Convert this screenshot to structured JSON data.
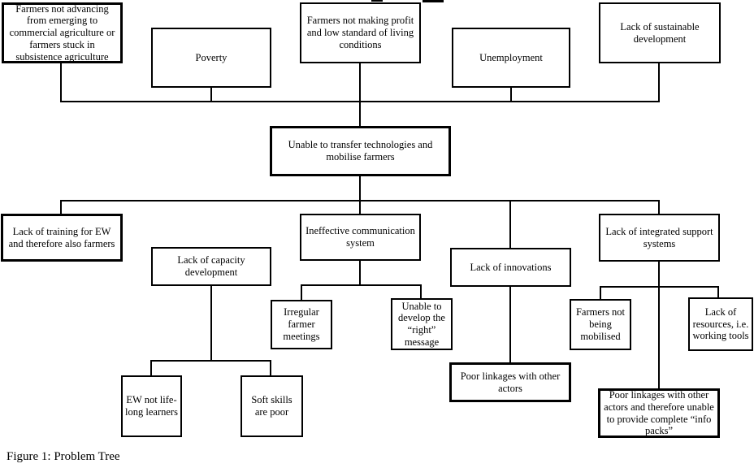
{
  "caption": "Figure 1: Problem Tree",
  "nodes": {
    "farmers_not_advancing": {
      "label": "Farmers not advancing from emerging to commercial agriculture or farmers stuck in subsistence agriculture"
    },
    "poverty": {
      "label": "Poverty"
    },
    "farmers_no_profit": {
      "label": "Farmers not making profit and low standard of living conditions"
    },
    "unemployment": {
      "label": "Unemployment"
    },
    "lack_sustainable_development": {
      "label": "Lack of sustainable development"
    },
    "core_problem": {
      "label": "Unable to transfer technologies and mobilise farmers"
    },
    "lack_training_ew": {
      "label": "Lack of training for EW and therefore also farmers"
    },
    "lack_capacity_development": {
      "label": "Lack of capacity development"
    },
    "ineffective_communication": {
      "label": "Ineffective communication system"
    },
    "lack_innovations": {
      "label": "Lack of innovations"
    },
    "lack_integrated_support": {
      "label": "Lack of integrated support systems"
    },
    "irregular_farmer_meetings": {
      "label": "Irregular farmer meetings"
    },
    "unable_right_message": {
      "label": "Unable to develop the “right” message"
    },
    "farmers_not_mobilised": {
      "label": "Farmers not being mobilised"
    },
    "lack_resources": {
      "label": "Lack of resources, i.e. working tools"
    },
    "ew_not_lifelong_learners": {
      "label": "EW not life-long learners"
    },
    "soft_skills_poor": {
      "label": "Soft skills are poor"
    },
    "poor_linkages": {
      "label": "Poor linkages with other actors"
    },
    "poor_linkages_info_packs": {
      "label": "Poor linkages with other actors and therefore unable to provide complete “info packs”"
    }
  },
  "structure": {
    "effects_of_core_problem": [
      "farmers_not_advancing",
      "poverty",
      "farmers_no_profit",
      "unemployment",
      "lack_sustainable_development"
    ],
    "causes_of_core_problem": [
      "lack_training_ew",
      "ineffective_communication",
      "lack_innovations",
      "lack_integrated_support"
    ],
    "children": {
      "ineffective_communication": [
        "irregular_farmer_meetings",
        "unable_right_message"
      ],
      "lack_capacity_development": [
        "ew_not_lifelong_learners",
        "soft_skills_poor"
      ],
      "lack_innovations": [
        "poor_linkages"
      ],
      "lack_integrated_support": [
        "farmers_not_mobilised",
        "lack_resources",
        "poor_linkages_info_packs"
      ]
    },
    "unconnected_nodes": [
      "lack_capacity_development"
    ]
  },
  "colors": {
    "line": "#000000",
    "box_border": "#000000",
    "background": "#ffffff",
    "text": "#000000"
  }
}
